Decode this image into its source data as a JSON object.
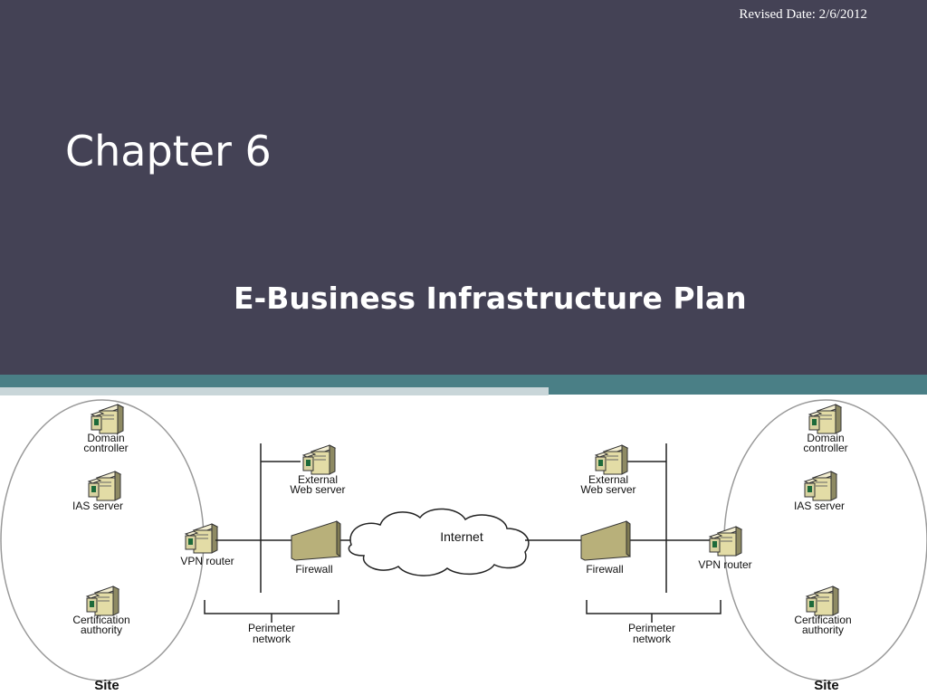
{
  "slide": {
    "revised": "Revised Date: 2/6/2012",
    "title": "Chapter 6",
    "subtitle": "E-Business Infrastructure Plan"
  },
  "diagram": {
    "left_site": {
      "domain_controller": [
        "Domain",
        "controller"
      ],
      "ias_server": "IAS server",
      "vpn_router": "VPN router",
      "certification_authority": [
        "Certification",
        "authority"
      ],
      "site": "Site"
    },
    "right_site": {
      "domain_controller": [
        "Domain",
        "controller"
      ],
      "ias_server": "IAS server",
      "vpn_router": "VPN router",
      "certification_authority": [
        "Certification",
        "authority"
      ],
      "site": "Site"
    },
    "left_perimeter": {
      "external_web_server": [
        "External",
        "Web server"
      ],
      "firewall": "Firewall",
      "perimeter_network": [
        "Perimeter",
        "network"
      ]
    },
    "right_perimeter": {
      "external_web_server": [
        "External",
        "Web server"
      ],
      "firewall": "Firewall",
      "perimeter_network": [
        "Perimeter",
        "network"
      ]
    },
    "internet": "Internet"
  },
  "colors": {
    "header": "#444255",
    "band_teal": "#4a7f86",
    "band_light": "#c9d6d9",
    "server_body": "#e3dca6",
    "firewall": "#b8b07a"
  }
}
